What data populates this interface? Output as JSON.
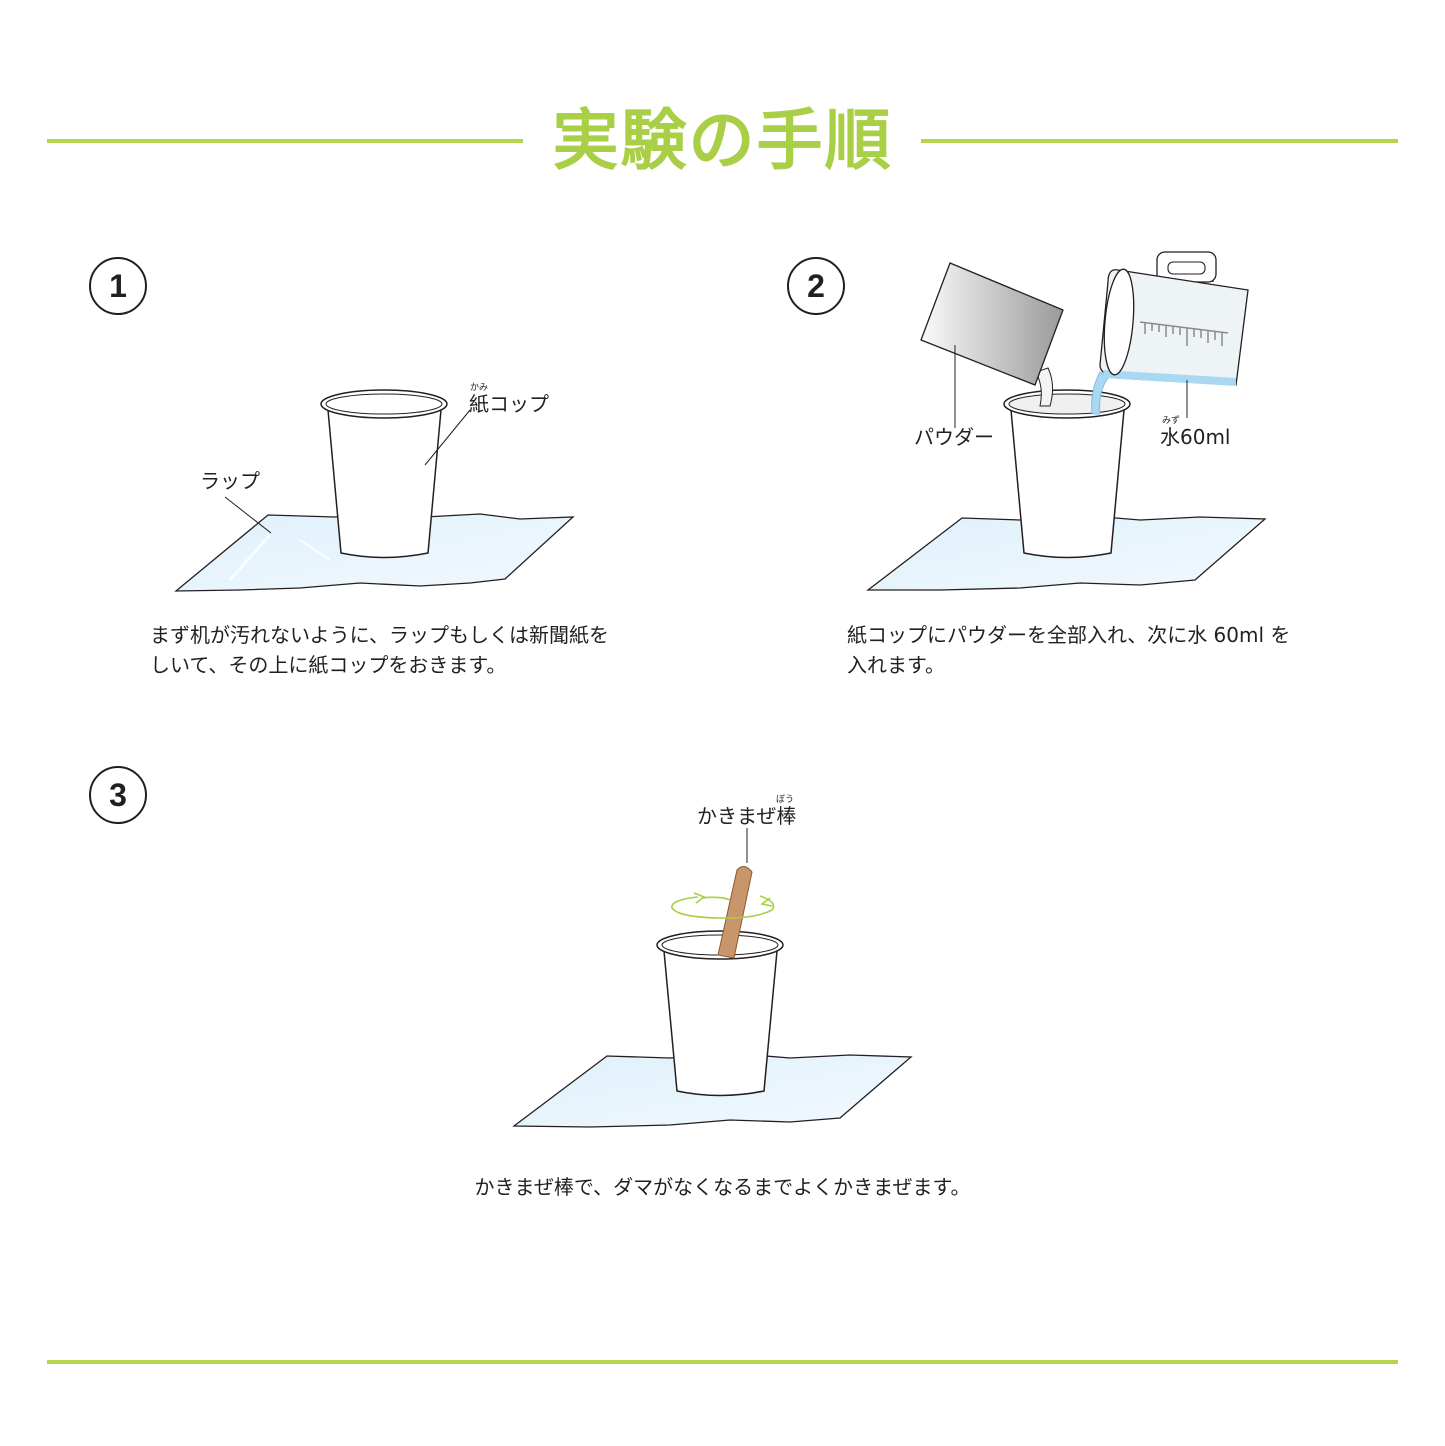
{
  "title": "実験の手順",
  "colors": {
    "accent": "#a8cf45",
    "rule": "#b4d54c",
    "wrap": "#e8f4fc",
    "water": "#a9d8f2",
    "stick": "#c8966a"
  },
  "steps": [
    {
      "number": "1",
      "caption_lines": [
        "まず机が汚れないように、ラップもしくは新聞紙を",
        "しいて、その上に紙コップをおきます。"
      ],
      "labels": {
        "cup": "紙コップ",
        "cup_ruby": "かみ",
        "wrap": "ラップ"
      },
      "icons": [
        "paper-cup-icon",
        "plastic-wrap-icon"
      ]
    },
    {
      "number": "2",
      "caption_lines": [
        "紙コップにパウダーを全部入れ、次に水 60ml を",
        "入れます。"
      ],
      "labels": {
        "powder": "パウダー",
        "water": "水60ml",
        "water_ruby": "みず"
      },
      "icons": [
        "powder-packet-icon",
        "measuring-cup-icon",
        "paper-cup-icon",
        "plastic-wrap-icon"
      ]
    },
    {
      "number": "3",
      "caption_lines": [
        "かきまぜ棒で、ダマがなくなるまでよくかきまぜます。"
      ],
      "labels": {
        "stick": "かきまぜ棒",
        "stick_ruby": "ぼう"
      },
      "icons": [
        "stirring-stick-icon",
        "rotation-arrow-icon",
        "paper-cup-icon",
        "plastic-wrap-icon"
      ]
    }
  ]
}
